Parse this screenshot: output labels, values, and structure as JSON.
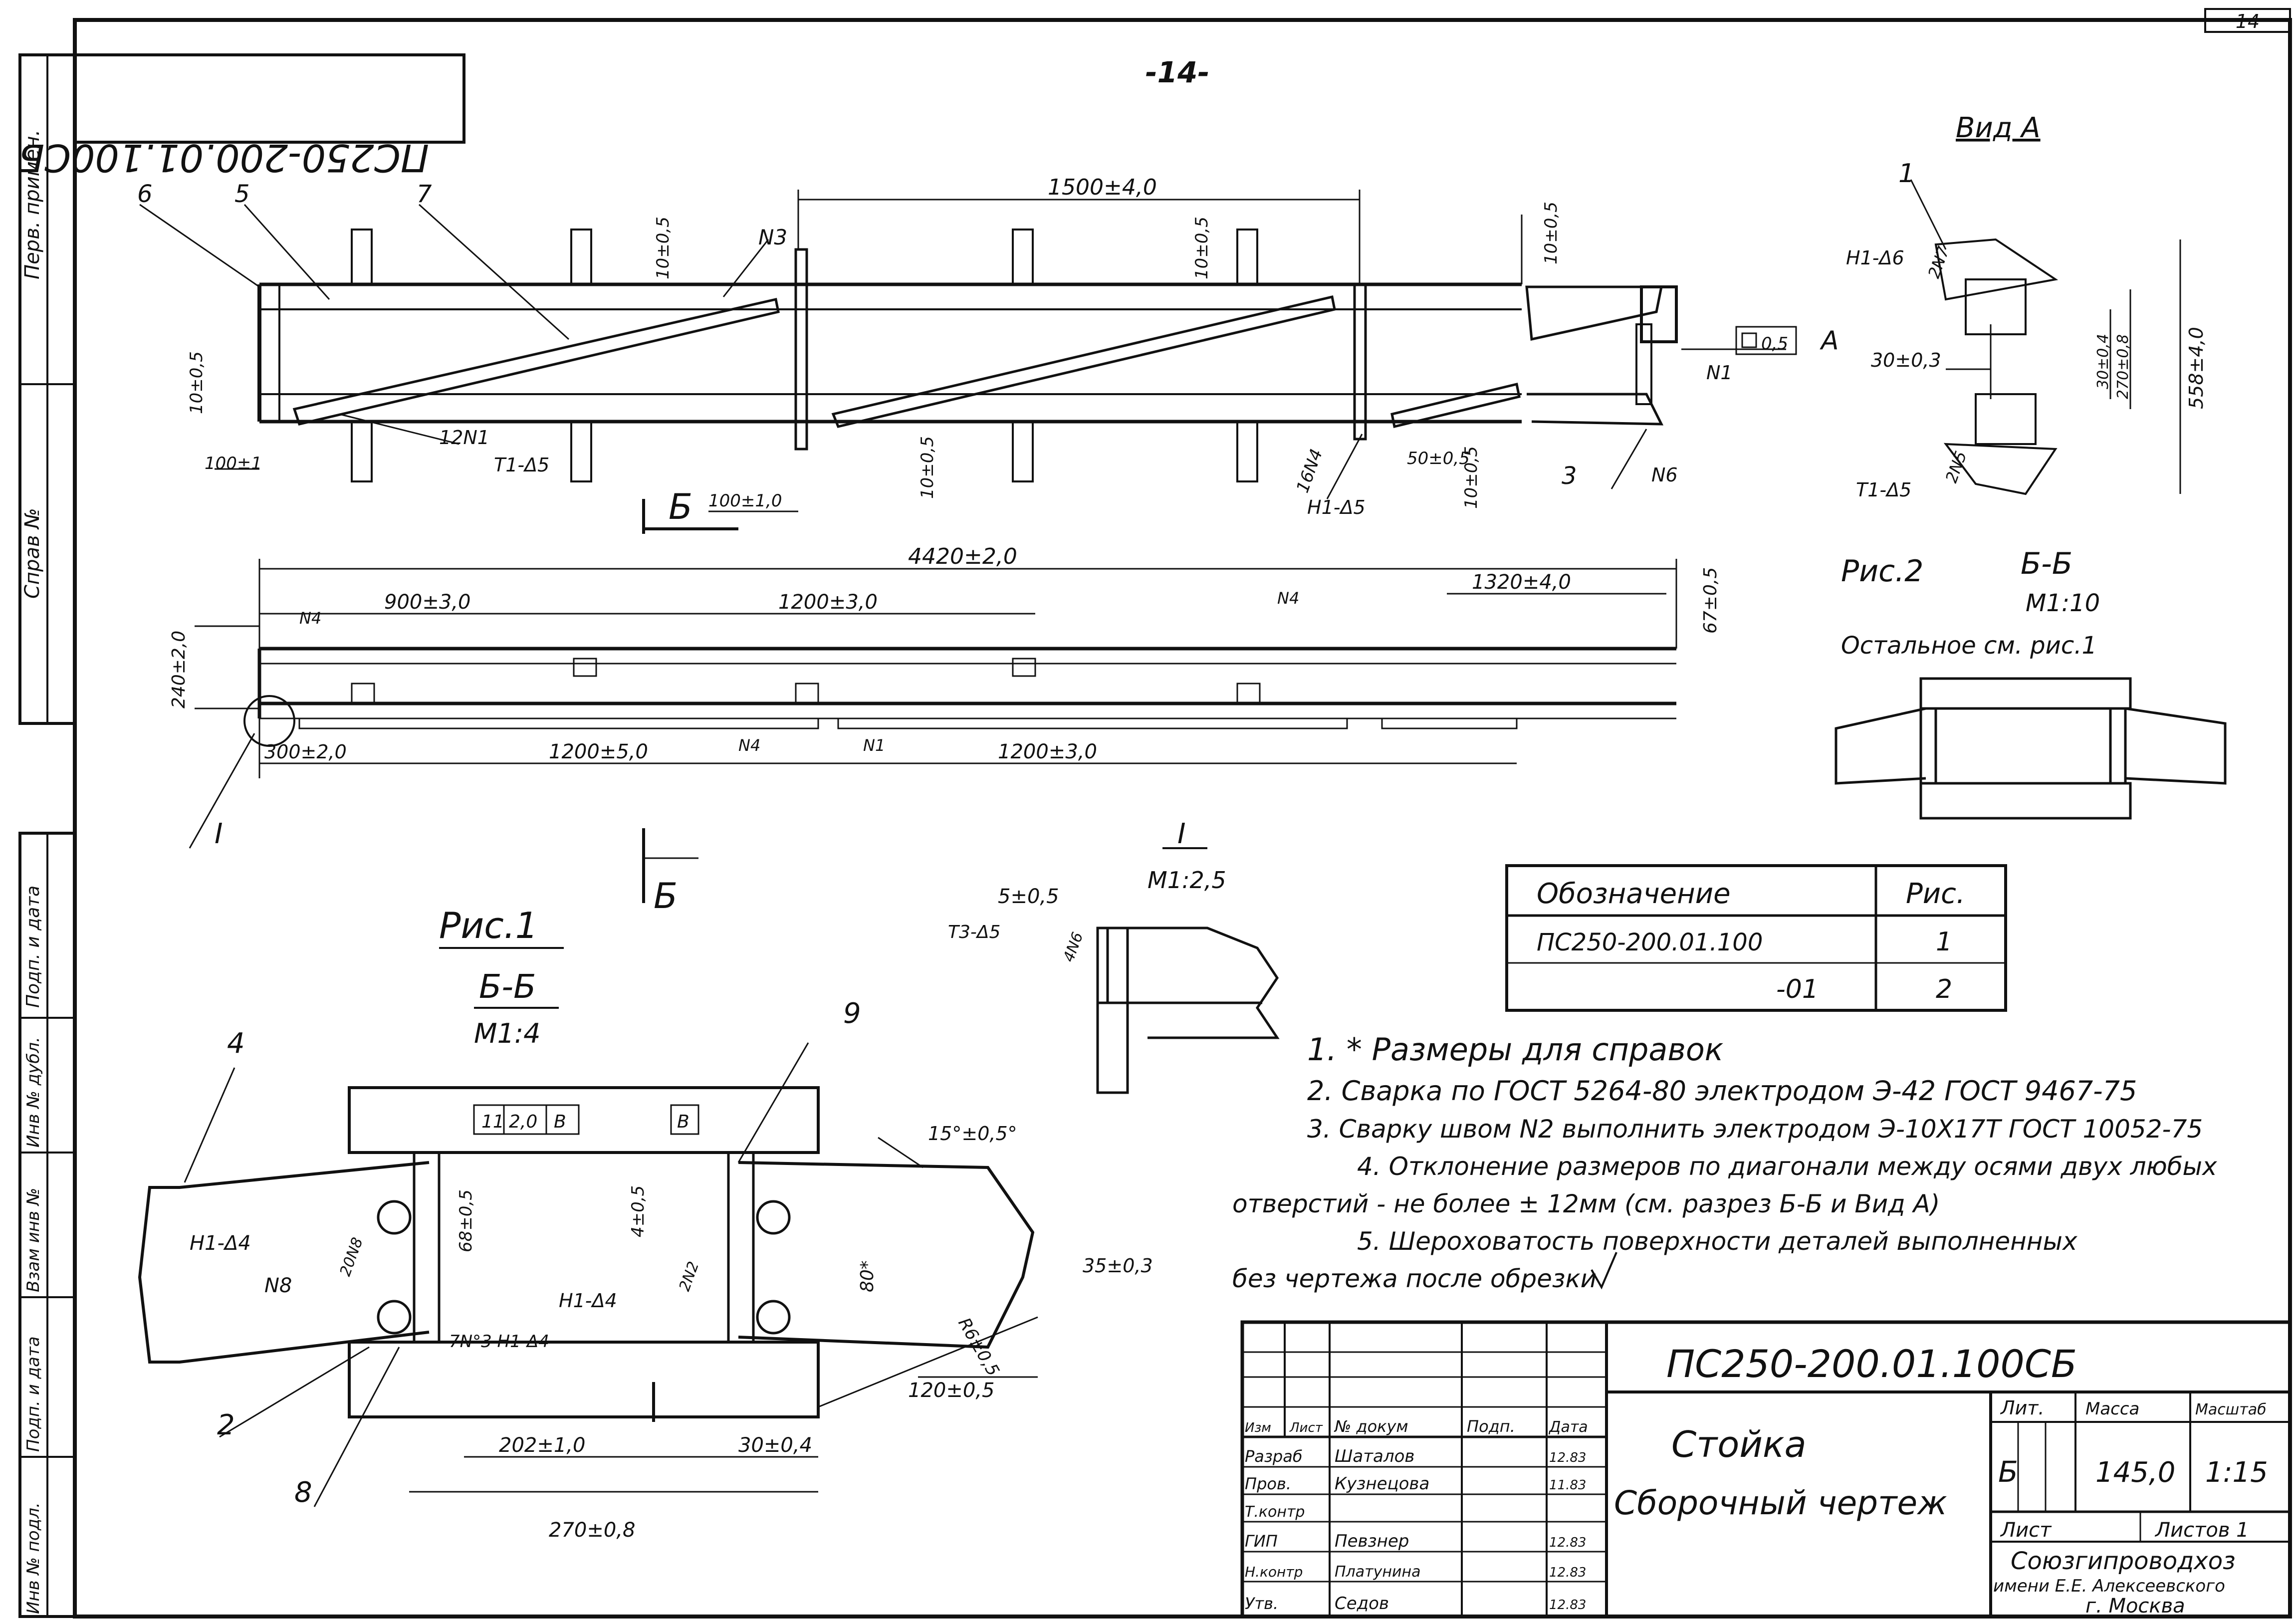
{
  "sheet": {
    "page_number": "14",
    "center_page_number": "-14-",
    "stamp_code": "ПС250-200.01.100СБ"
  },
  "left_strip": {
    "perv_primen": "Перв. примен.",
    "sprav_no": "Справ №",
    "podp_data_1": "Подп. и дата",
    "inv_dubl": "Инв № дубл.",
    "vzam_inv": "Взам инв №",
    "podp_data_2": "Подп. и дата",
    "inv_podl": "Инв № подл."
  },
  "top_view": {
    "positions": [
      "6",
      "5",
      "7",
      "N3",
      "12N1",
      "T1-Δ5",
      "H1-Δ5",
      "16N4",
      "3",
      "N6",
      "N1"
    ],
    "dims": {
      "d1500": "1500±4,0",
      "d10a": "10±0,5",
      "d10b": "10±0,5",
      "d10c": "10±0,5",
      "d10left": "10±0,5",
      "d100": "100±1",
      "d100b": "100±1,0",
      "d10bot": "10±0,5",
      "d50": "50±0,5",
      "d10r": "10±0,5",
      "flat": "0,5"
    },
    "arrow_label": "A"
  },
  "side_view": {
    "section_mark": "Б",
    "dims": {
      "d4420": "4420±2,0",
      "d900": "900±3,0",
      "d1200a": "1200±3,0",
      "d1320": "1320±4,0",
      "d240": "240±2,0",
      "d67": "67±0,5",
      "d300": "300±2,0",
      "d1200b": "1200±5,0",
      "d1200c": "1200±3,0"
    },
    "labels": {
      "n4a": "N4",
      "n4b": "N4",
      "n4c": "N4",
      "n1": "N1",
      "node": "I"
    }
  },
  "view_a": {
    "title": "Вид А",
    "pos1": "1",
    "weld1": "H1-Δ6",
    "weld2": "2N7",
    "weld3": "2N5",
    "weld4": "T1-Δ5",
    "d30": "30±0,3",
    "d30b": "30±0,4",
    "d270": "270±0,8",
    "d558": "558±4,0"
  },
  "fig2": {
    "ris": "Рис.2",
    "section": "Б-Б",
    "scale": "М1:10",
    "note": "Остальное см. рис.1"
  },
  "node_detail": {
    "title": "I",
    "scale": "М1:2,5",
    "dim": "5±0,5",
    "weld": "T3-Δ5",
    "weld2": "4N6"
  },
  "fig1": {
    "ris": "Рис.1",
    "section": "Б-Б",
    "scale": "М1:4",
    "pos4": "4",
    "pos9": "9",
    "pos2": "2",
    "pos8": "8",
    "welds": {
      "w1": "H1-Δ4",
      "w2": "20N8",
      "w3": "N8",
      "w4": "7N°3 H1-Δ4",
      "w5": "H1-Δ4",
      "w6": "2N2"
    },
    "tol": {
      "a": "11",
      "b": "2,0",
      "c": "B",
      "d": "B"
    },
    "dims": {
      "d68": "68±0,5",
      "d4": "4±0,5",
      "d80": "80*",
      "d15": "15°±0,5°",
      "d6": "R6±0,5",
      "d35": "35±0,3",
      "d120": "120±0,5",
      "d202": "202±1,0",
      "d30": "30±0,4",
      "d270": "270±0,8"
    }
  },
  "table": {
    "headers": [
      "Обозначение",
      "Рис."
    ],
    "rows": [
      [
        "ПС250-200.01.100",
        "1"
      ],
      [
        "-01",
        "2"
      ]
    ]
  },
  "notes": [
    "1. * Размеры для справок",
    "2. Сварка по ГОСТ 5264-80 электродом Э-42 ГОСТ 9467-75",
    "3. Сварку швом N2 выполнить электродом Э-10Х17Т ГОСТ 10052-75",
    "4. Отклонение размеров по диагонали между осями двух любых",
    "отверстий - не более ± 12мм (см. разрез Б-Б и Вид А)",
    "5. Шероховатость поверхности деталей выполненных",
    "без чертежа после обрезки"
  ],
  "title_block": {
    "designation": "ПС250-200.01.100СБ",
    "name": "Стойка",
    "doc_type": "Сборочный чертеж",
    "col_headers": [
      "Изм",
      "Лист",
      "№ докум",
      "Подп.",
      "Дата"
    ],
    "people": [
      [
        "Разраб",
        "Шаталов",
        "",
        "12.83"
      ],
      [
        "Пров.",
        "Кузнецова",
        "",
        "11.83"
      ],
      [
        "Т.контр",
        "",
        "",
        ""
      ],
      [
        "ГИП",
        "Певзнер",
        "",
        "12.83"
      ],
      [
        "Н.контр",
        "Платунина",
        "",
        "12.83"
      ],
      [
        "Утв.",
        "Седов",
        "",
        "12.83"
      ]
    ],
    "lit_label": "Лит.",
    "mass_label": "Масса",
    "scale_label": "Масштаб",
    "lit": "Б",
    "mass": "145,0",
    "scale": "1:15",
    "sheet_label": "Лист",
    "sheets_label": "Листов 1",
    "org1": "Союзгипроводхоз",
    "org2": "имени Е.Е. Алексеевского",
    "org3": "г. Москва"
  }
}
